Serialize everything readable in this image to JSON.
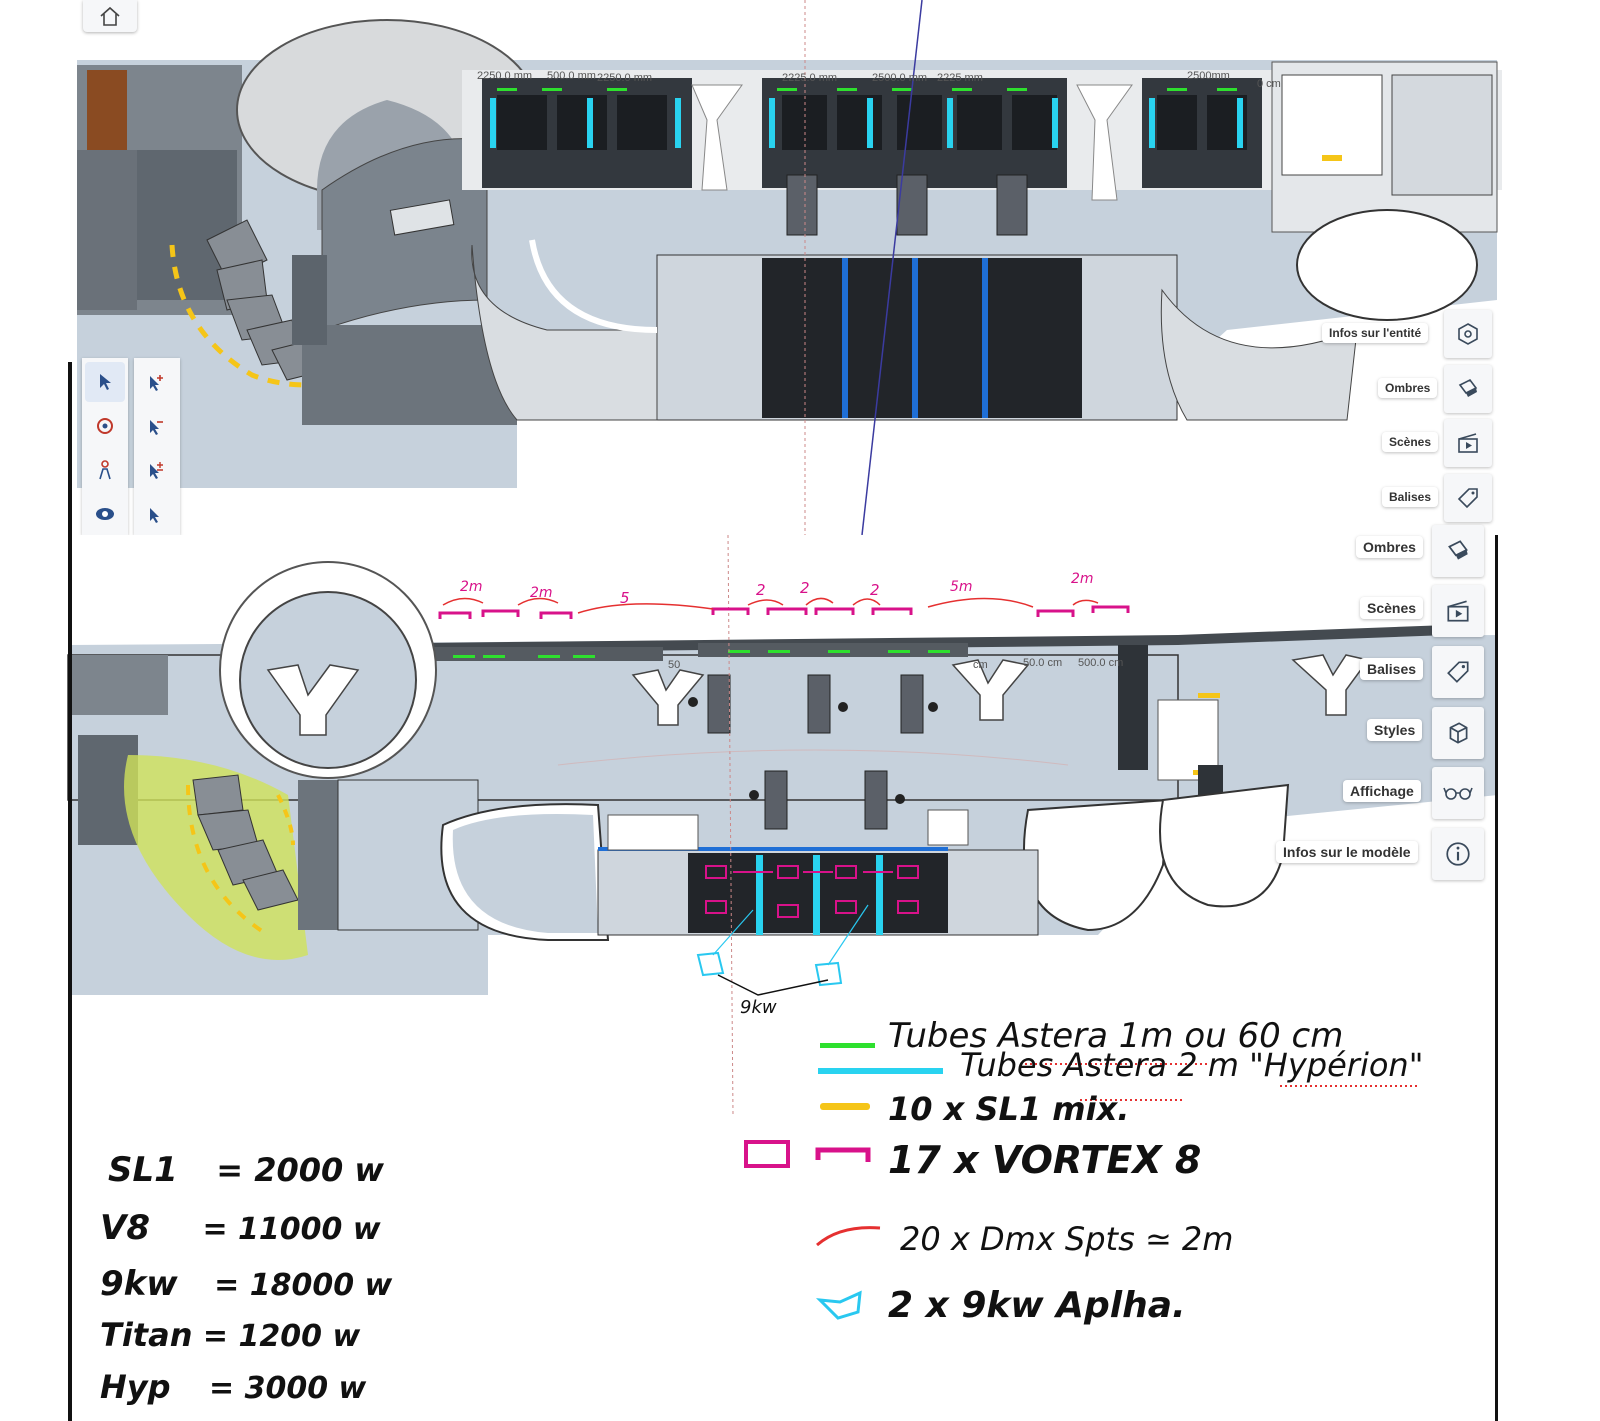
{
  "top_view": {
    "panel": [
      {
        "label": "Infos sur l'entité",
        "icon": "entity-info-icon"
      },
      {
        "label": "Ombres",
        "icon": "shadows-icon"
      },
      {
        "label": "Scènes",
        "icon": "scenes-icon"
      },
      {
        "label": "Balises",
        "icon": "tags-icon"
      }
    ],
    "tools_left": [
      "select-icon",
      "orbit-icon",
      "walk-icon",
      "look-around-icon"
    ],
    "tools_right": [
      "select-add-icon",
      "select-remove-icon",
      "select-toggle-icon",
      "select-more-icon"
    ],
    "dimensions": [
      "2250.0 mm",
      "500.0 mm",
      "2250.0 mm",
      "2225.0 mm",
      "2500.0 mm",
      "2225 mm",
      "2500mm",
      "0 cm"
    ]
  },
  "bottom_view": {
    "panel": [
      {
        "label": "Ombres",
        "icon": "shadows-icon"
      },
      {
        "label": "Scènes",
        "icon": "scenes-icon"
      },
      {
        "label": "Balises",
        "icon": "tags-icon"
      },
      {
        "label": "Styles",
        "icon": "styles-icon"
      },
      {
        "label": "Affichage",
        "icon": "display-icon"
      },
      {
        "label": "Infos sur le modèle",
        "icon": "model-info-icon"
      }
    ],
    "span_labels": [
      "2m",
      "2m",
      "5",
      "2",
      "2",
      "2",
      "5m",
      "2m"
    ],
    "dimensions": [
      "50",
      "cm",
      "50.0 cm",
      "500.0 cm"
    ],
    "note_9kw": "9kw"
  },
  "legend": {
    "items": [
      {
        "text": "Tubes Astera 1m ou 60 cm",
        "color": "#2ee02e"
      },
      {
        "text": "Tubes Astera 2 m \"Hypérion\"",
        "color": "#29d3f0"
      },
      {
        "text": "10 x SL1 mix.",
        "color": "#f5c518"
      },
      {
        "text": "17 x VORTEX 8",
        "color": "#d8128a"
      },
      {
        "text": "20 x Dmx Spts ≃ 2m",
        "color": "#e53030"
      },
      {
        "text": "2 x 9kw Aplha.",
        "color": "#29c8f0"
      }
    ]
  },
  "power": [
    {
      "name": "SL1",
      "value": "= 2000 w"
    },
    {
      "name": "V8",
      "value": "= 11000 w"
    },
    {
      "name": "9kw",
      "value": "= 18000 w"
    },
    {
      "name": "Titan",
      "value": "= 1200 w"
    },
    {
      "name": "Hyp",
      "value": "= 3000 w"
    }
  ],
  "colors": {
    "floor": "#c4d0dc",
    "wall": "#eeeeee",
    "dark": "#2a2d32",
    "toolbar_bg": "#f6f7f9",
    "accent": "#1f6fd6"
  }
}
